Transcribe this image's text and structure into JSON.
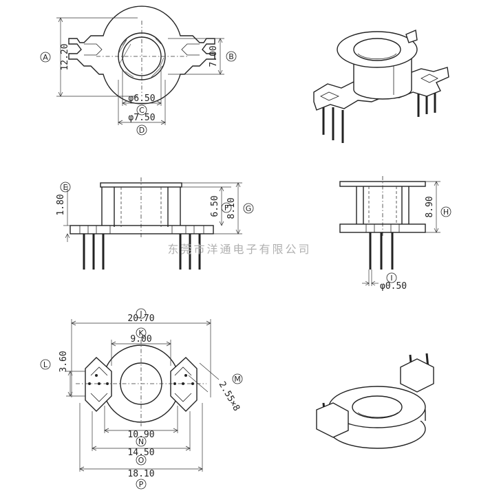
{
  "watermark": "东莞市洋通电子有限公司",
  "top_view": {
    "dims": [
      {
        "letter": "A",
        "value": "12.20"
      },
      {
        "letter": "B",
        "value": "7.00"
      },
      {
        "letter": "C",
        "value": "φ6.50"
      },
      {
        "letter": "D",
        "value": "φ7.50"
      }
    ]
  },
  "front_view": {
    "dims": [
      {
        "letter": "E",
        "value": "1.80"
      },
      {
        "letter": "F",
        "value": "6.50"
      },
      {
        "letter": "G",
        "value": "8.10"
      }
    ]
  },
  "side_view": {
    "dims": [
      {
        "letter": "H",
        "value": "8.90"
      },
      {
        "letter": "I",
        "value": "φ0.50"
      }
    ]
  },
  "bottom_view": {
    "dims": [
      {
        "letter": "J",
        "value": "20.70"
      },
      {
        "letter": "K",
        "value": "9.00"
      },
      {
        "letter": "L",
        "value": "3.60"
      },
      {
        "letter": "M",
        "value": "2.55×8"
      },
      {
        "letter": "N",
        "value": "14.50"
      },
      {
        "letter": "O",
        "value": "18.10"
      },
      {
        "letter": "P",
        "value": "10.90"
      }
    ]
  }
}
